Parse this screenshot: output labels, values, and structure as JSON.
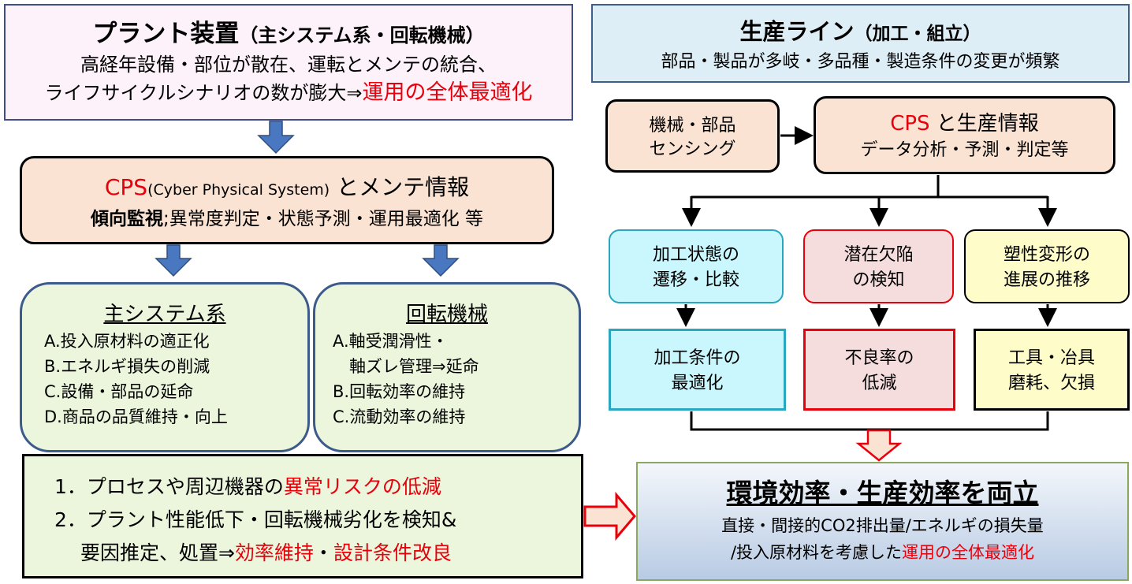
{
  "plant": {
    "title_main": "プラント装置",
    "title_sub": "（主システム系・回転機械）",
    "line1": "高経年設備・部位が散在、運転とメンテの統合、",
    "line2_a": "ライフサイクルシナリオの数が膨大⇒",
    "line2_b": "運用の全体最適化"
  },
  "cps_maint": {
    "cps": "CPS",
    "cps_paren": "(Cyber Physical System)",
    "title_rest": " とメンテ情報",
    "sub_bold": "傾向監視",
    "sub_rest": ";異常度判定・状態予測・運用最適化 等"
  },
  "main_system": {
    "title": "主システム系",
    "items": [
      "A.投入原材料の適正化",
      "B.エネルギ損失の削減",
      "C.設備・部品の延命",
      "D.商品の品質維持・向上"
    ]
  },
  "rotating": {
    "title": "回転機械",
    "items": [
      "A.軸受潤滑性・",
      "　軸ズレ管理⇒延命",
      "B.回転効率の維持",
      "C.流動効率の維持"
    ]
  },
  "results": {
    "r1_a": "1．プロセスや周辺機器の",
    "r1_b": "異常リスクの低減",
    "r2_a": "2．プラント性能低下・回転機械劣化を検知&",
    "r3_a": "　 要因推定、処置⇒",
    "r3_b": "効率維持",
    "r3_c": "・",
    "r3_d": "設計条件改良"
  },
  "production": {
    "title_main": "生産ライン",
    "title_sub": "（加工・組立）",
    "line1": "部品・製品が多岐・多品種・製造条件の変更が頻繁"
  },
  "sensing": {
    "line1": "機械・部品",
    "line2": "センシング"
  },
  "cps_prod": {
    "cps": "CPS",
    "title_rest": " と生産情報",
    "line2": "データ分析・予測・判定等"
  },
  "mid_boxes": [
    {
      "line1": "加工状態の",
      "line2": "遷移・比較"
    },
    {
      "line1": "潜在欠陥",
      "line2": "の検知"
    },
    {
      "line1": "塑性変形の",
      "line2": "進展の推移"
    }
  ],
  "low_boxes": [
    {
      "line1": "加工条件の",
      "line2": "最適化"
    },
    {
      "line1": "不良率の",
      "line2": "低減"
    },
    {
      "line1": "工具・冶具",
      "line2": "磨耗、欠損"
    }
  ],
  "final": {
    "title": "環境効率・生産効率を両立",
    "line1": "直接・間接的CO2排出量/エネルギの損失量",
    "line2_a": "/投入原材料を考慮した",
    "line2_b": "運用の全体最適化"
  },
  "colors": {
    "red_text": "#e8000b",
    "blue_arrow": "#4a78c0",
    "border_blue": "#2f4f7f",
    "peach": "#fbe3d3",
    "light_green": "#ebf6dd",
    "cyan": "#c9f7fd",
    "pink": "#f5dddd",
    "yellow": "#fefcc8",
    "final_border": "#8aa860"
  }
}
